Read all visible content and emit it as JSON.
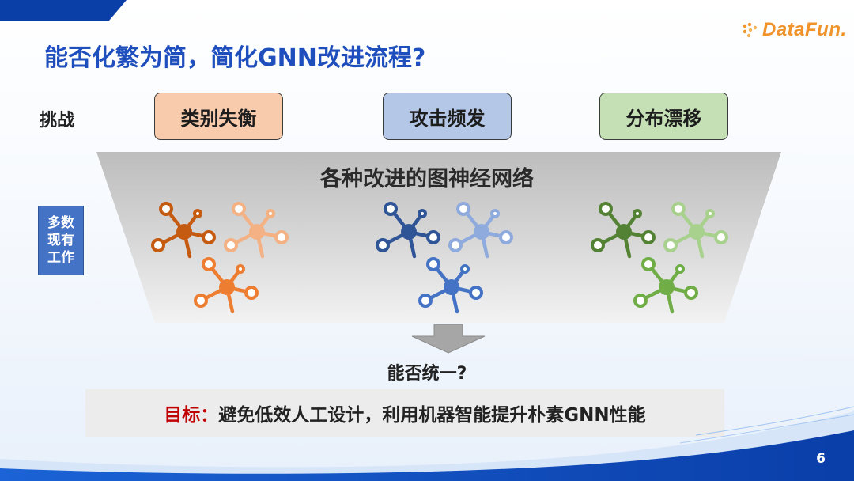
{
  "slide": {
    "title": "能否化繁为简，简化GNN改进流程?",
    "logo_text": "DataFun.",
    "page_number": "6"
  },
  "challenges": {
    "label": "挑战",
    "items": [
      {
        "text": "类别失衡",
        "color": "#f8cbad"
      },
      {
        "text": "攻击频发",
        "color": "#b4c7e7"
      },
      {
        "text": "分布漂移",
        "color": "#c5e0b4"
      }
    ]
  },
  "funnel": {
    "title": "各种改进的图神经网络",
    "side_label": [
      "多数",
      "现有",
      "工作"
    ]
  },
  "networks": {
    "groups": [
      {
        "name": "orange",
        "colors": [
          "#c55a11",
          "#f4b183",
          "#ed7d31"
        ]
      },
      {
        "name": "blue",
        "colors": [
          "#2f5597",
          "#8faadc",
          "#4472c4"
        ]
      },
      {
        "name": "green",
        "colors": [
          "#548235",
          "#a9d18e",
          "#70ad47"
        ]
      }
    ]
  },
  "question": "能否统一?",
  "goal": {
    "label": "目标：",
    "text": "避免低效人工设计，利用机器智能提升朴素GNN性能"
  },
  "colors": {
    "title": "#1f4fbd",
    "accent_blue": "#0b3fa8",
    "logo_orange": "#f0932b",
    "goal_red": "#c00000"
  }
}
